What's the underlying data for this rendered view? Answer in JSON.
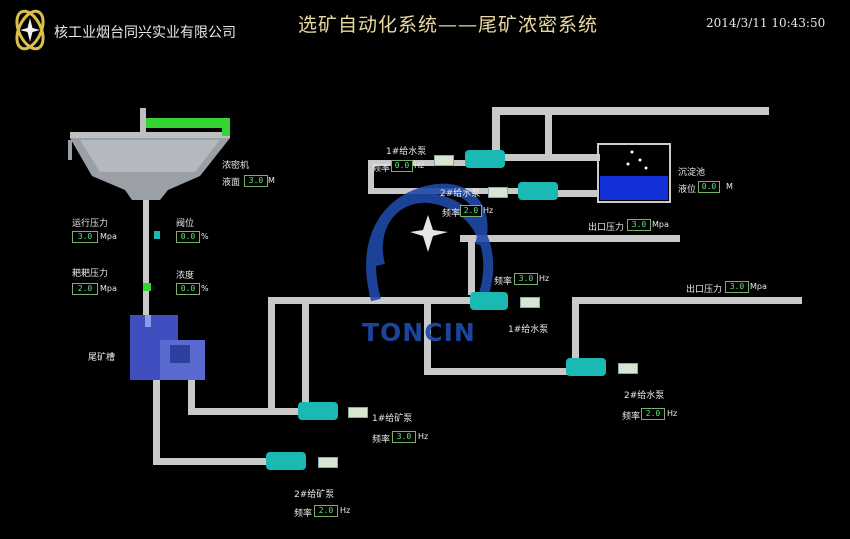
{
  "header": {
    "company": "核工业烟台同兴实业有限公司",
    "title": "选矿自动化系统——尾矿浓密系统",
    "datetime": "2014/3/11  10:43:50"
  },
  "thickener": {
    "label": "浓密机",
    "level_label": "液面",
    "level_value": "3.0",
    "level_unit": "M"
  },
  "run_pressure": {
    "label": "运行压力",
    "value": "3.0",
    "unit": "Mpa"
  },
  "valve": {
    "label": "阀位",
    "value": "0.0",
    "unit": "%"
  },
  "rake_pressure": {
    "label": "耙耙压力",
    "value": "2.0",
    "unit": "Mpa"
  },
  "density": {
    "label": "浓度",
    "value": "0.0",
    "unit": "%"
  },
  "tailings_tank": {
    "label": "尾矿槽"
  },
  "pump_water1_top": {
    "label": "1#给水泵",
    "freq_label": "频率",
    "freq_value": "0.0",
    "unit": "Hz"
  },
  "pump_water2_top": {
    "label": "2#给水泵",
    "freq_label": "频率",
    "freq_value": "2.0",
    "unit": "Hz"
  },
  "settling_tank": {
    "label": "沉淀池",
    "level_label": "液位",
    "level_value": "0.0",
    "level_unit": "M"
  },
  "outlet_pressure_1": {
    "label": "出口压力",
    "value": "3.0",
    "unit": "Mpa"
  },
  "pump_mid": {
    "freq_label": "频率",
    "freq_value": "3.0",
    "unit": "Hz",
    "label": "1#给水泵"
  },
  "outlet_pressure_2": {
    "label": "出口压力",
    "value": "3.0",
    "unit": "Mpa"
  },
  "pump_water2_right": {
    "label": "2#给水泵",
    "freq_label": "频率",
    "freq_value": "2.0",
    "unit": "Hz"
  },
  "pump_ore1": {
    "label": "1#给矿泵",
    "freq_label": "频率",
    "freq_value": "3.0",
    "unit": "Hz"
  },
  "pump_ore2": {
    "label": "2#给矿泵",
    "freq_label": "频率",
    "freq_value": "2.0",
    "unit": "Hz"
  },
  "watermark": {
    "text": "TONCIN"
  },
  "colors": {
    "pipe": "#c9c9c9",
    "pump": "#1ab9b3",
    "value_text": "#62e27a",
    "water": "#1330d8",
    "title": "#e9d9a0"
  }
}
